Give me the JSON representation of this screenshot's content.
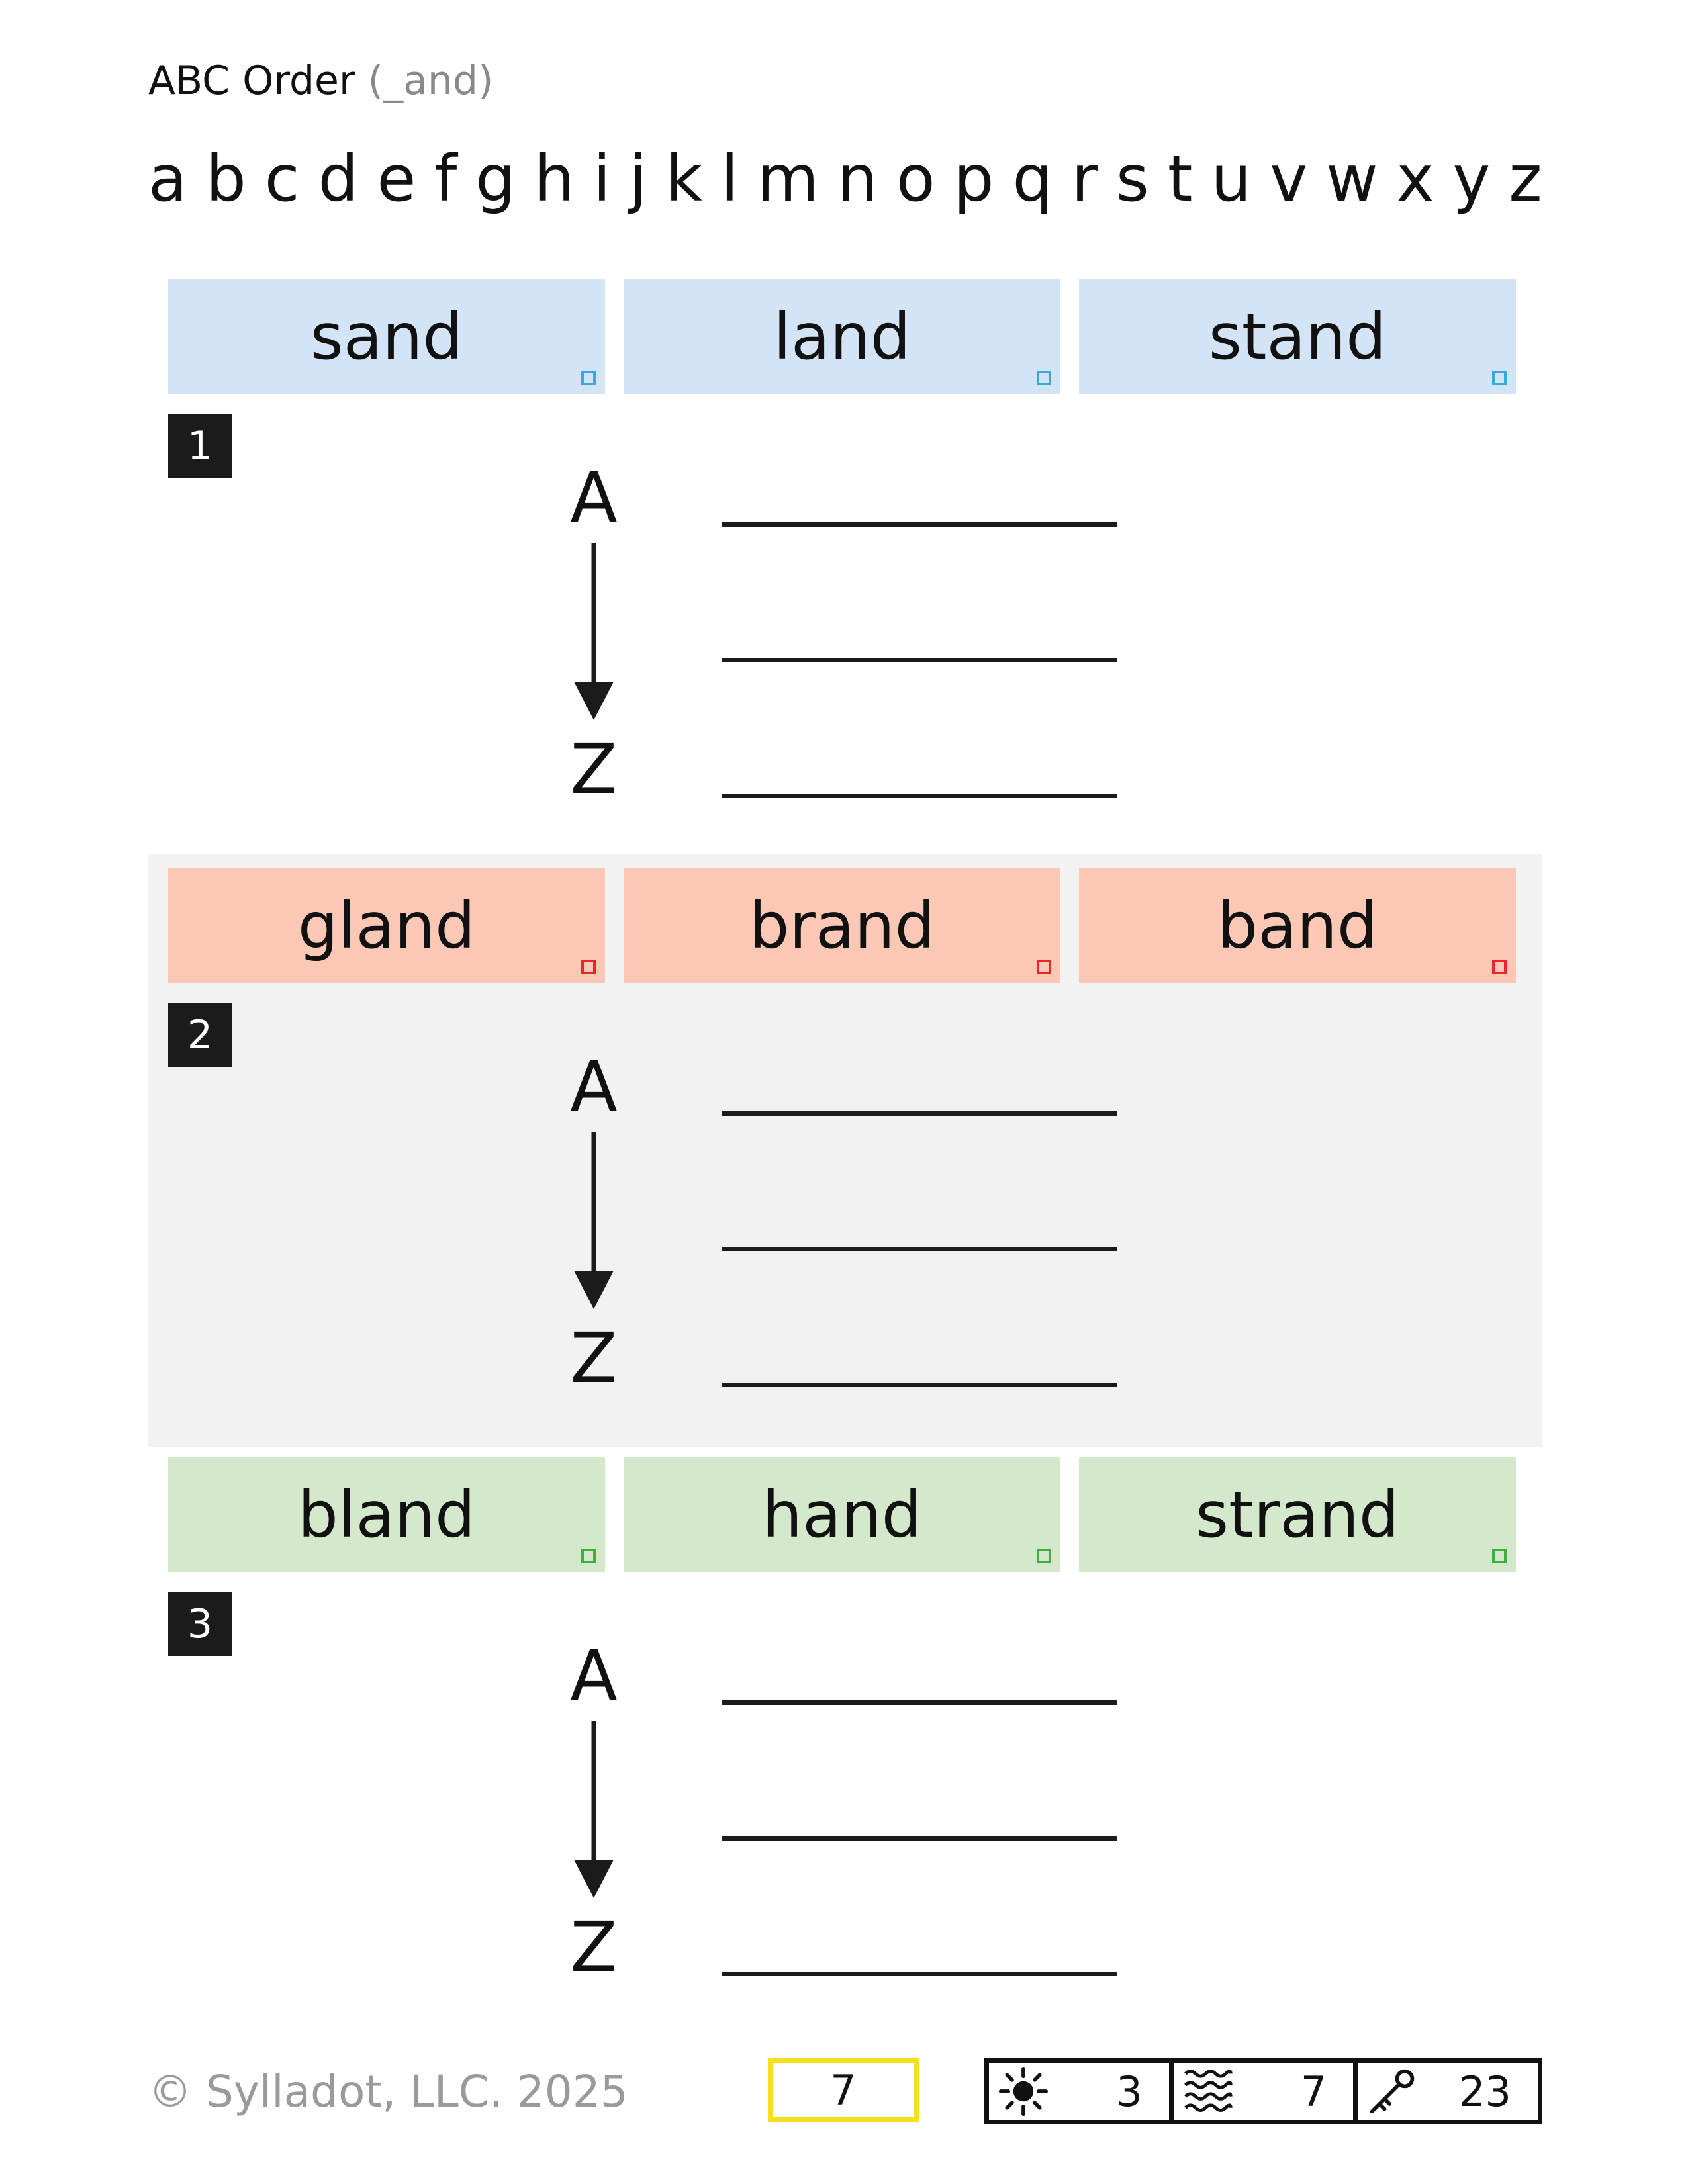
{
  "title": {
    "main": "ABC Order",
    "sub": "(_and)"
  },
  "alphabet": [
    "a",
    "b",
    "c",
    "d",
    "e",
    "f",
    "g",
    "h",
    "i",
    "j",
    "k",
    "l",
    "m",
    "n",
    "o",
    "p",
    "q",
    "r",
    "s",
    "t",
    "u",
    "v",
    "w",
    "x",
    "y",
    "z"
  ],
  "sections": [
    {
      "number": "1",
      "color": "#d3e4f6",
      "corner_color": "#3aa9dc",
      "words": [
        "sand",
        "land",
        "stand"
      ],
      "top_letter": "A",
      "bottom_letter": "Z"
    },
    {
      "number": "2",
      "color": "#fbc8b6",
      "corner_color": "#e8262c",
      "words": [
        "gland",
        "brand",
        "band"
      ],
      "top_letter": "A",
      "bottom_letter": "Z"
    },
    {
      "number": "3",
      "color": "#d4e9cc",
      "corner_color": "#3fae3f",
      "words": [
        "bland",
        "hand",
        "strand"
      ],
      "top_letter": "A",
      "bottom_letter": "Z"
    }
  ],
  "footer": {
    "copyright": "© Sylladot, LLC.  2025",
    "page_number": "7",
    "stats": [
      {
        "icon": "sun-icon",
        "value": "3"
      },
      {
        "icon": "waves-icon",
        "value": "7"
      },
      {
        "icon": "key-icon",
        "value": "23"
      }
    ]
  }
}
